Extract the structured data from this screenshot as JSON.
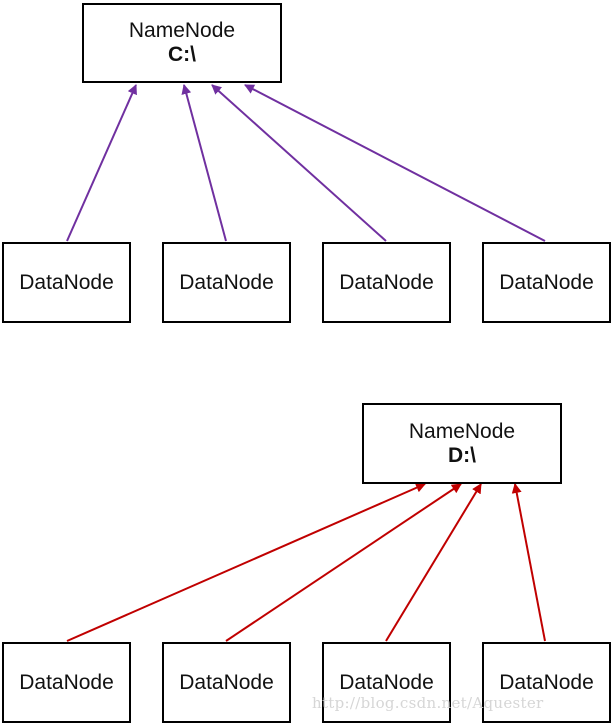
{
  "colors": {
    "top_arrows": "#7030a0",
    "bottom_arrows": "#c00000",
    "box_border": "#000000"
  },
  "top_cluster": {
    "namenode": {
      "name": "NameNode",
      "drive": "C:\\"
    },
    "datanodes": [
      "DataNode",
      "DataNode",
      "DataNode",
      "DataNode"
    ]
  },
  "bottom_cluster": {
    "namenode": {
      "name": "NameNode",
      "drive": "D:\\"
    },
    "datanodes": [
      "DataNode",
      "DataNode",
      "DataNode",
      "DataNode"
    ]
  },
  "watermark": "http://blog.csdn.net/Aquester"
}
